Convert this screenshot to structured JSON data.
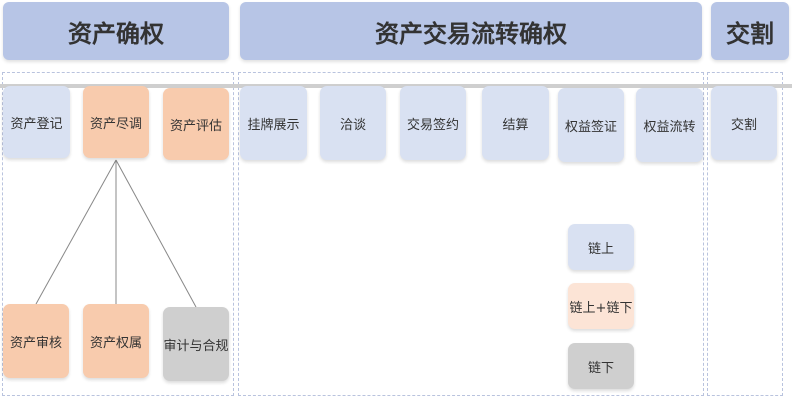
{
  "headers": {
    "asset_confirmation": "资产确权",
    "trade_circulation": "资产交易流转确权",
    "delivery": "交割"
  },
  "asset_confirmation": {
    "register": "资产登记",
    "verify": "资产尽调",
    "evaluate": "资产评估",
    "audit": "资产审核",
    "ownership": "资产权属",
    "compliance": "审计与合规"
  },
  "trade": {
    "listing": "挂牌展示",
    "negotiate": "洽谈",
    "sign": "交易签约",
    "settle": "结算",
    "rights_sign": "权益签证",
    "rights_flow": "权益流转"
  },
  "delivery_step": "交割",
  "legend": {
    "on_chain": "链上",
    "on_off_chain": "链上+链下",
    "off_chain": "链下"
  },
  "colors": {
    "header": "#b7c5e6",
    "on_chain": "#d9e1f2",
    "on_off_chain": "#fce4d6",
    "highlight": "#f8cbad",
    "off_chain": "#cfcfcf"
  }
}
